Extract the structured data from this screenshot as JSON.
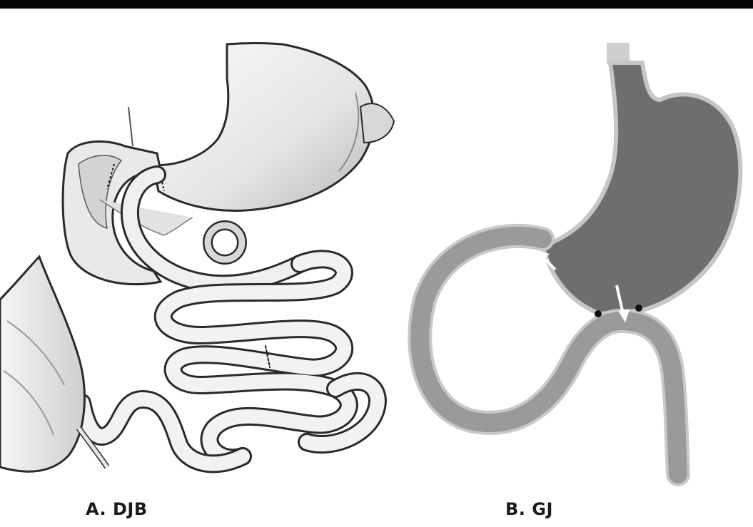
{
  "panels": [
    {
      "id": "a",
      "caption": "A. DJB"
    },
    {
      "id": "b",
      "caption": "B. GJ"
    }
  ],
  "colors": {
    "background": "#ffffff",
    "top_bar": "#050505",
    "outline": "#2a2a2a",
    "organ_fill_light": "#f3f3f3",
    "organ_fill_shade": "#c9c9c9",
    "stomach_b": "#6e6e6e",
    "bowel_b": "#9a9a9a",
    "arrow": "#ffffff",
    "suture": "#111111"
  }
}
